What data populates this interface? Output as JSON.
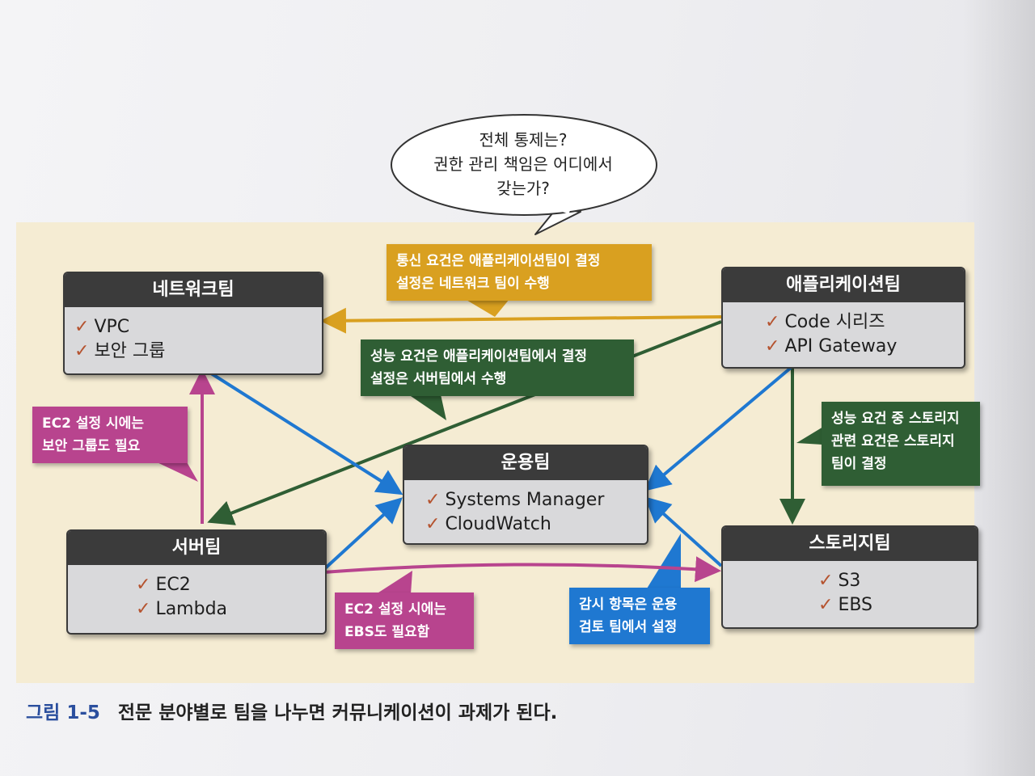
{
  "bubble": {
    "lines": [
      "전체 통제는?",
      "권한 관리 책임은 어디에서",
      "갖는가?"
    ]
  },
  "teams": {
    "network": {
      "title": "네트워크팀",
      "items": [
        "VPC",
        "보안 그룹"
      ]
    },
    "application": {
      "title": "애플리케이션팀",
      "items": [
        "Code 시리즈",
        "API Gateway"
      ]
    },
    "operations": {
      "title": "운용팀",
      "items": [
        "Systems Manager",
        "CloudWatch"
      ]
    },
    "server": {
      "title": "서버팀",
      "items": [
        "EC2",
        "Lambda"
      ]
    },
    "storage": {
      "title": "스토리지팀",
      "items": [
        "S3",
        "EBS"
      ]
    }
  },
  "notes": {
    "comm": [
      "통신 요건은 애플리케이션팀이 결정",
      "설정은 네트워크 팀이 수행"
    ],
    "perf": [
      "성능 요건은 애플리케이션팀에서 결정",
      "설정은 서버팀에서 수행"
    ],
    "storage": [
      "성능 요건 중 스토리지",
      "관련 요건은 스토리지",
      "팀이 결정"
    ],
    "sg": [
      "EC2 설정 시에는",
      "보안 그룹도 필요"
    ],
    "ebs": [
      "EC2 설정 시에는",
      "EBS도 필요함"
    ],
    "monitor": [
      "감시 항목은 운용",
      "검토 팀에서 설정"
    ]
  },
  "check_glyph": "✓",
  "caption": {
    "number": "그림 1-5",
    "text": "전문 분야별로 팀을 나누면 커뮤니케이션이 과제가 된다."
  },
  "colors": {
    "panel": "#f5ecd3",
    "team_header": "#3b3b3b",
    "team_body": "#d9d9db",
    "orange": "#d9a020",
    "green": "#2f5e34",
    "pink": "#b8448e",
    "blue": "#1f78d1",
    "caption_accent": "#2b4f9e"
  }
}
